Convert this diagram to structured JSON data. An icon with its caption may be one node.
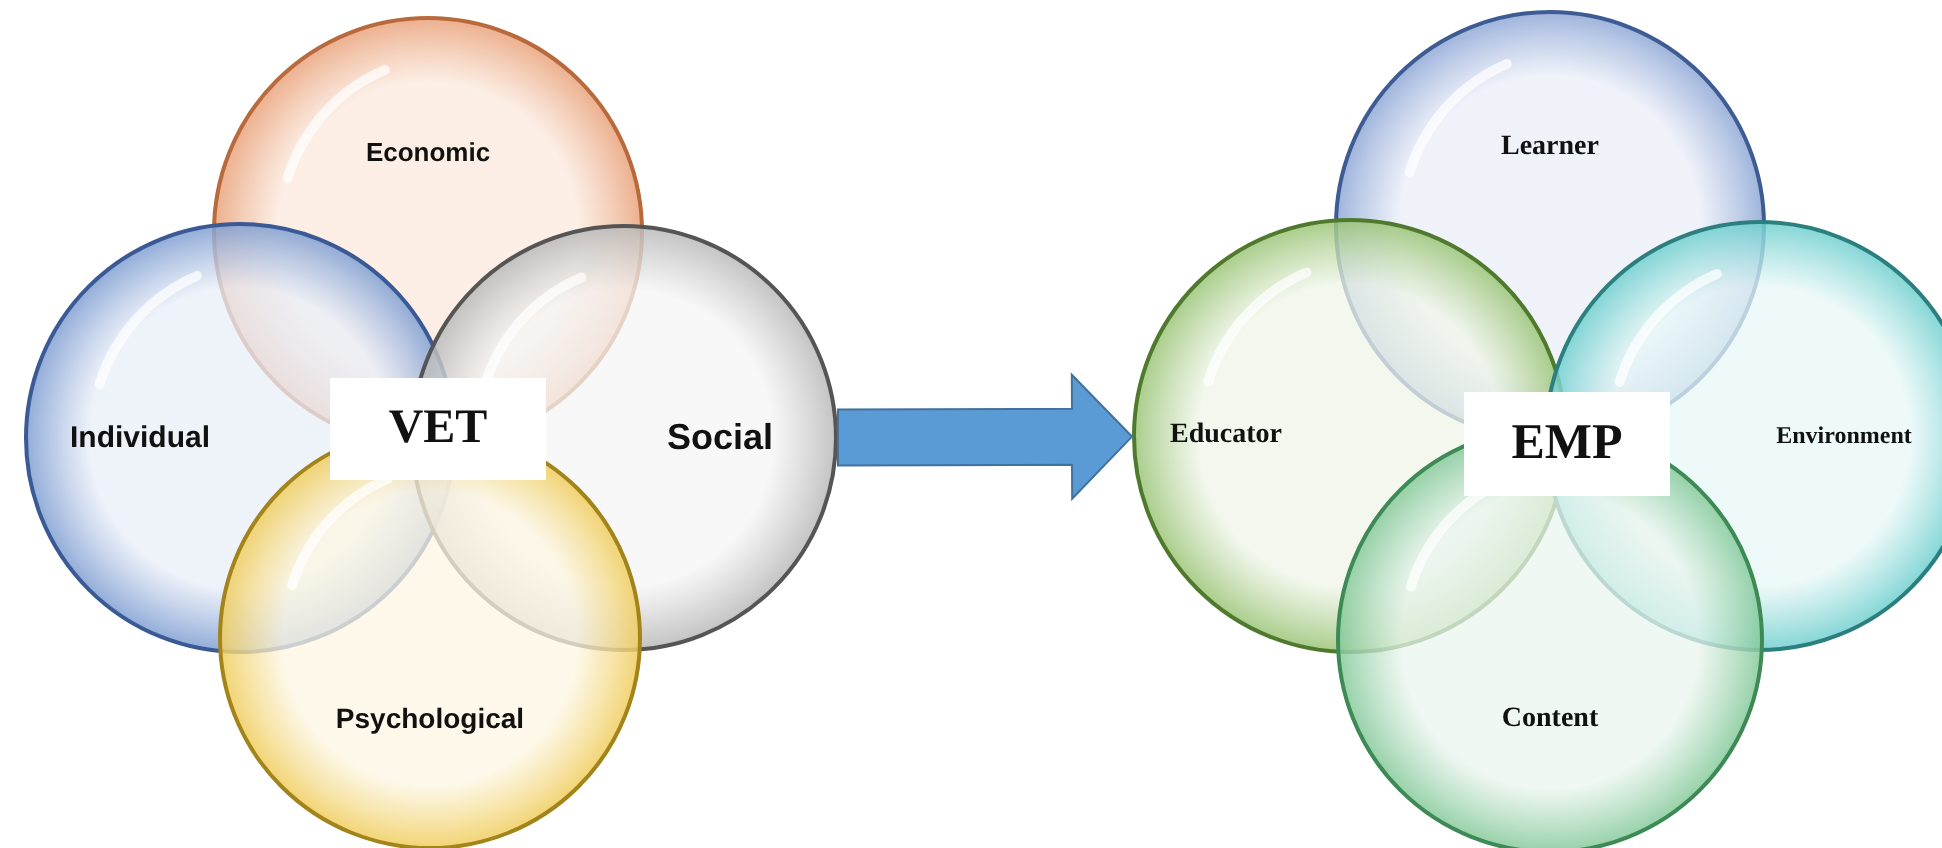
{
  "diagram": {
    "nodes": [
      {
        "text": [
          "Economic"
        ]
      },
      {
        "text": [
          "Individual"
        ]
      },
      {
        "text": [
          "VET"
        ]
      },
      {
        "text": [
          "Social"
        ]
      },
      {
        "text": [
          "Psychological"
        ]
      },
      {
        "text": [
          "Learner"
        ]
      },
      {
        "text": [
          "Educator"
        ]
      },
      {
        "text": [
          "EMP"
        ]
      },
      {
        "text": [
          "Environment"
        ]
      },
      {
        "text": [
          "Content"
        ]
      }
    ],
    "edges": [
      {
        "from": 3,
        "to": 6,
        "arrow": "to",
        "style": "thick"
      }
    ]
  }
}
